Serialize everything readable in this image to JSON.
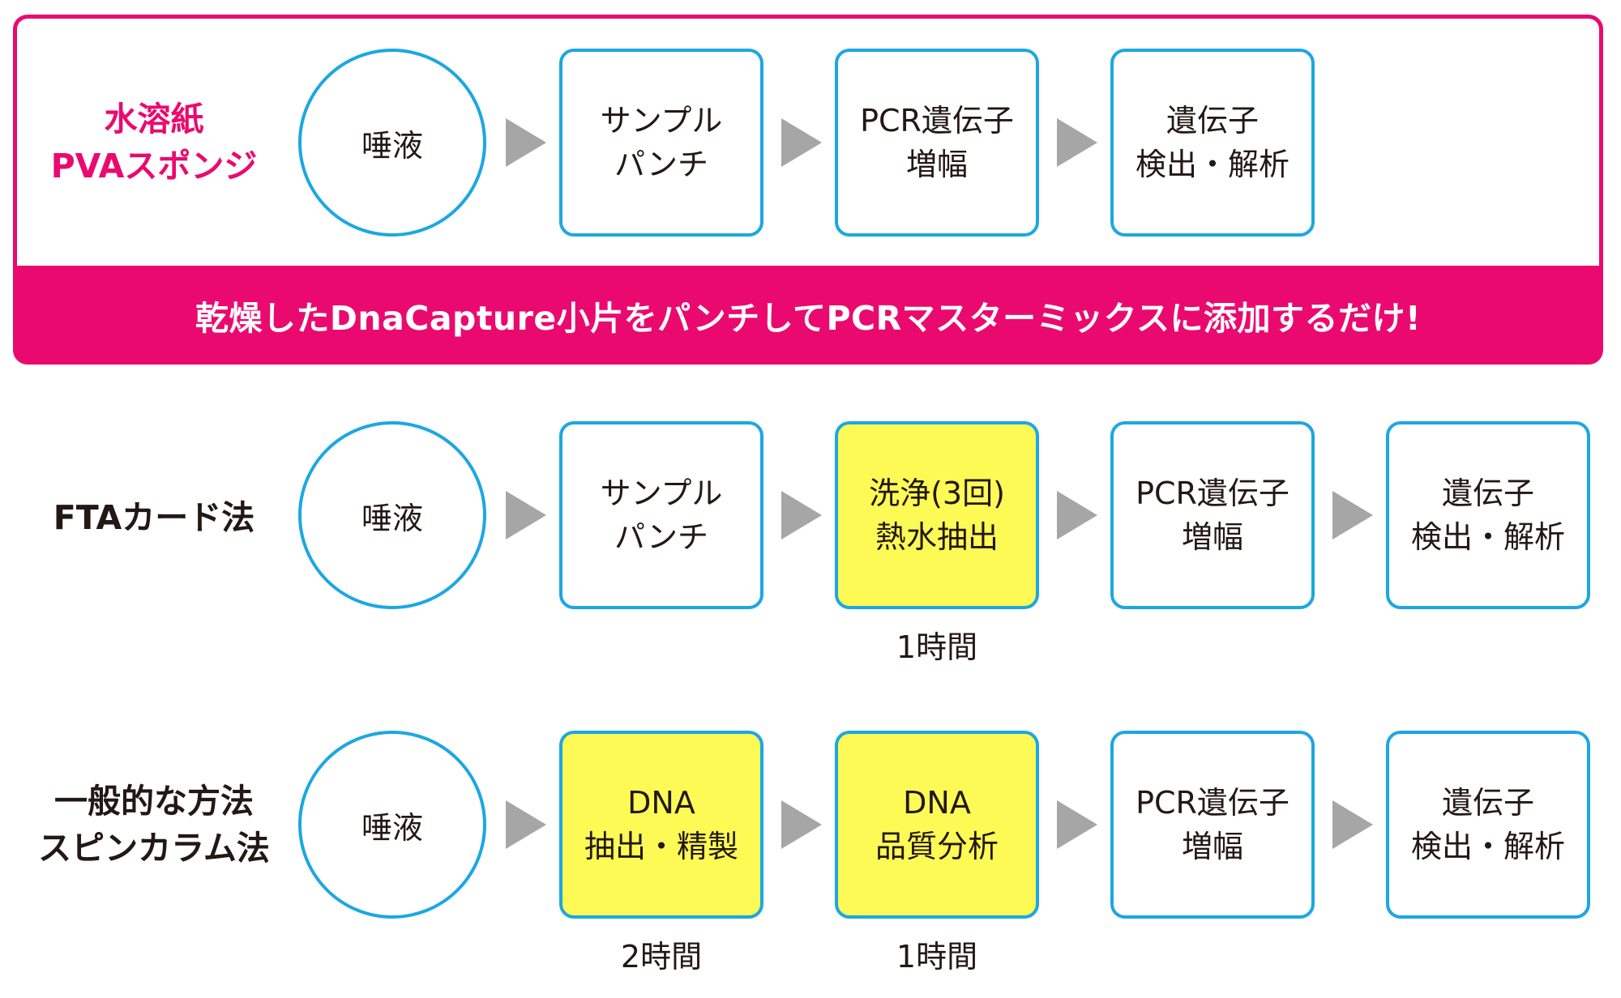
{
  "banner": {
    "text": "乾燥したDnaCapture小片をパンチしてPCRマスターミックスに添加するだけ!"
  },
  "rows": [
    {
      "label": [
        "水溶紙",
        "PVAスポンジ"
      ],
      "start": "唾液",
      "steps": [
        {
          "lines": [
            "サンプル",
            "パンチ"
          ],
          "highlight": false,
          "time": ""
        },
        {
          "lines": [
            "PCR遺伝子",
            "増幅"
          ],
          "highlight": false,
          "time": ""
        },
        {
          "lines": [
            "遺伝子",
            "検出・解析"
          ],
          "highlight": false,
          "time": ""
        }
      ]
    },
    {
      "label": [
        "FTAカード法"
      ],
      "start": "唾液",
      "steps": [
        {
          "lines": [
            "サンプル",
            "パンチ"
          ],
          "highlight": false,
          "time": ""
        },
        {
          "lines": [
            "洗浄(3回)",
            "熱水抽出"
          ],
          "highlight": true,
          "time": "1時間"
        },
        {
          "lines": [
            "PCR遺伝子",
            "増幅"
          ],
          "highlight": false,
          "time": ""
        },
        {
          "lines": [
            "遺伝子",
            "検出・解析"
          ],
          "highlight": false,
          "time": ""
        }
      ]
    },
    {
      "label": [
        "一般的な方法",
        "スピンカラム法"
      ],
      "start": "唾液",
      "steps": [
        {
          "lines": [
            "DNA",
            "抽出・精製"
          ],
          "highlight": true,
          "time": "2時間"
        },
        {
          "lines": [
            "DNA",
            "品質分析"
          ],
          "highlight": true,
          "time": "1時間"
        },
        {
          "lines": [
            "PCR遺伝子",
            "増幅"
          ],
          "highlight": false,
          "time": ""
        },
        {
          "lines": [
            "遺伝子",
            "検出・解析"
          ],
          "highlight": false,
          "time": ""
        }
      ]
    }
  ],
  "colors": {
    "accent": "#ea0a6f",
    "box_border": "#1ca7e2",
    "highlight": "#fdfa55",
    "arrow": "#a6a6a6",
    "text": "#231815"
  }
}
